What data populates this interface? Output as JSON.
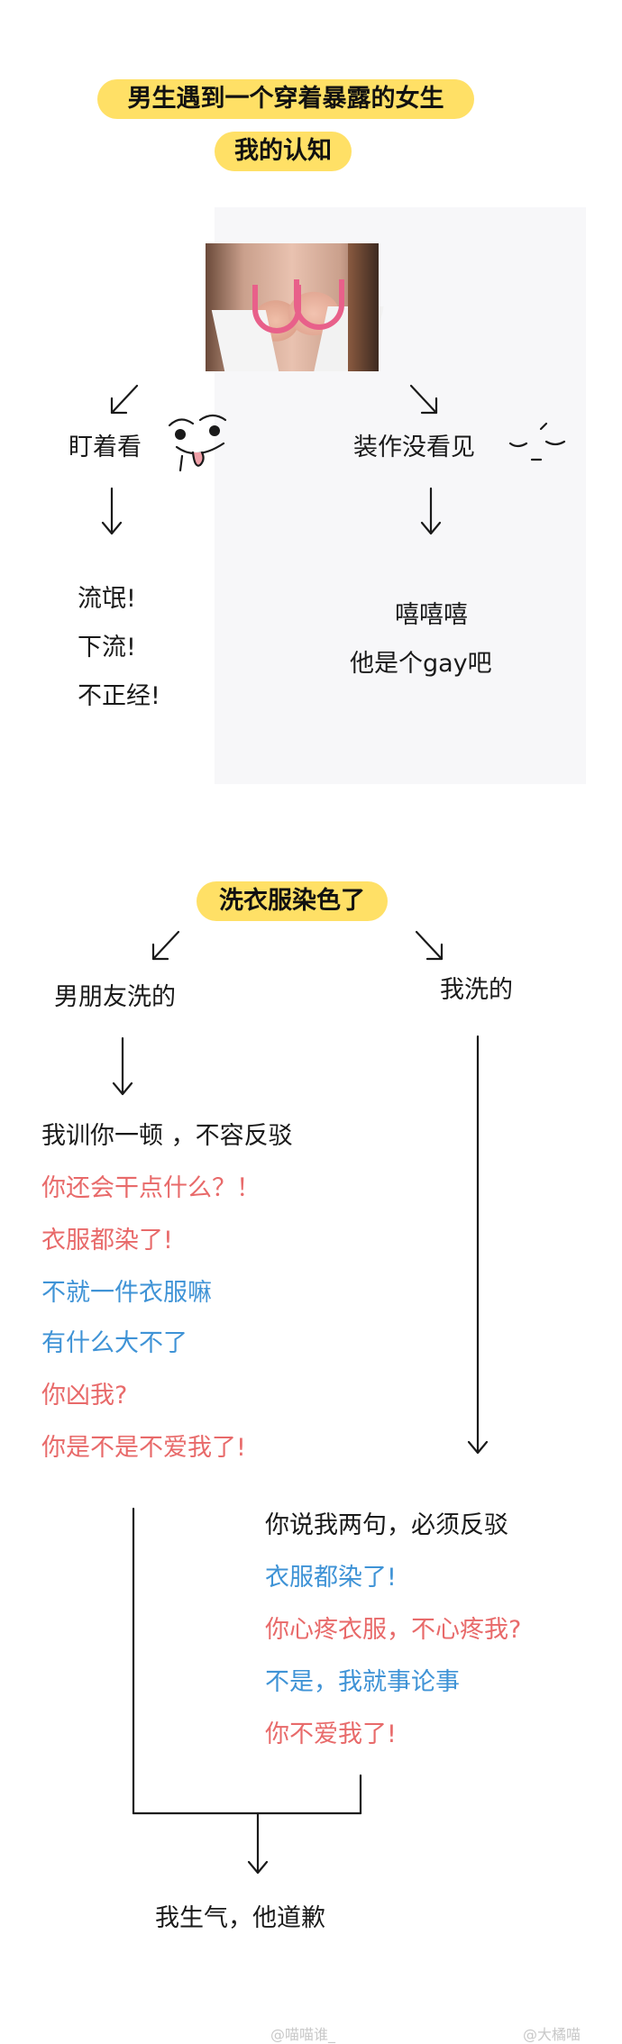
{
  "section1": {
    "title": "男生遇到一个穿着暴露的女生",
    "subtitle": "我的认知",
    "left": {
      "label": "盯着看",
      "results": [
        "流氓!",
        "下流!",
        "不正经!"
      ]
    },
    "right": {
      "label": "装作没看见",
      "results": [
        "嘻嘻嘻",
        "他是个gay吧"
      ]
    }
  },
  "section2": {
    "title": "洗衣服染色了",
    "left": {
      "label": "男朋友洗的",
      "lines": [
        {
          "text": "我训你一顿 ，不容反驳",
          "color": "#1a1a1a"
        },
        {
          "text": "你还会干点什么？！",
          "color": "#e86a6a"
        },
        {
          "text": "衣服都染了!",
          "color": "#e86a6a"
        },
        {
          "text": "不就一件衣服嘛",
          "color": "#3f93d6"
        },
        {
          "text": "有什么大不了",
          "color": "#3f93d6"
        },
        {
          "text": "你凶我?",
          "color": "#e86a6a"
        },
        {
          "text": "你是不是不爱我了!",
          "color": "#e86a6a"
        }
      ]
    },
    "right": {
      "label": "我洗的",
      "lines": [
        {
          "text": "你说我两句，必须反驳",
          "color": "#1a1a1a"
        },
        {
          "text": "衣服都染了!",
          "color": "#3f93d6"
        },
        {
          "text": "你心疼衣服，不心疼我?",
          "color": "#e86a6a"
        },
        {
          "text": "不是，我就事论事",
          "color": "#3f93d6"
        },
        {
          "text": "你不爱我了!",
          "color": "#e86a6a"
        }
      ]
    },
    "conclusion": "我生气，他道歉"
  },
  "watermarks": [
    "@喵喵谁_",
    "@大橘喵"
  ]
}
